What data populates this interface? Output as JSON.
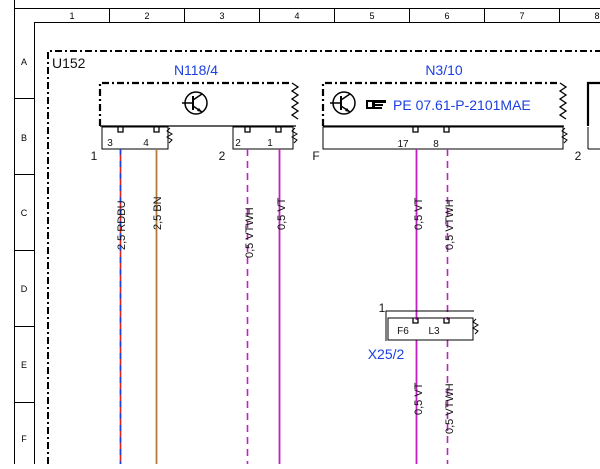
{
  "grid": {
    "columns": [
      "1",
      "2",
      "3",
      "4",
      "5",
      "6",
      "7",
      "8"
    ],
    "rows": [
      "A",
      "B",
      "C",
      "D",
      "E",
      "F"
    ]
  },
  "diagram": {
    "frame_label": "U152",
    "components": {
      "left": {
        "name": "N118/4",
        "connector_left": "1",
        "connector_right": "2",
        "pins": [
          "3",
          "4",
          "2",
          "1"
        ]
      },
      "right": {
        "name": "N3/10",
        "reference": "PE 07.61-P-2101MAE",
        "connector_left": "F",
        "connector_right": "2",
        "pins": [
          "17",
          "8"
        ]
      },
      "inline": {
        "name": "X25/2",
        "connector": "1",
        "pins": [
          "F6",
          "L3"
        ]
      }
    },
    "wires": {
      "w1": "2,5 RDBU",
      "w2": "2,5 BN",
      "w3": "0,5 VTWH",
      "w4": "0,5 VT",
      "w5": "0,5 VT",
      "w6": "0,5 VTWH",
      "w7": "0,5 VT",
      "w8": "0,5 VTWH"
    }
  }
}
